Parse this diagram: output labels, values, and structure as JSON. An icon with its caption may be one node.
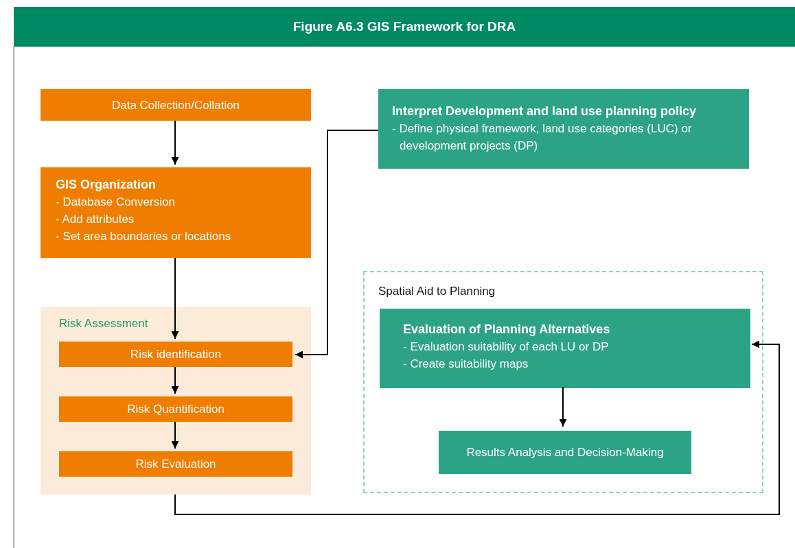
{
  "diagram": {
    "title": "Figure A6.3 GIS Framework for DRA",
    "nodes": [
      {
        "text": [
          "Data Collection/Collation"
        ]
      },
      {
        "text": [
          "GIS Organization",
          "- Database Conversion",
          "- Add attributes",
          "- Set area boundaries or locations"
        ]
      },
      {
        "text": [
          "Interpret Development and land use planning policy",
          "- Define physical framework, land use categories (LUC) or development projects (DP)"
        ]
      },
      {
        "text": [
          "Risk Assessment"
        ]
      },
      {
        "text": [
          "Risk identification"
        ],
        "in": 3
      },
      {
        "text": [
          "Risk Quantification"
        ],
        "in": 3
      },
      {
        "text": [
          "Risk Evaluation"
        ],
        "in": 3
      },
      {
        "text": [
          "Spatial Aid to Planning"
        ]
      },
      {
        "text": [
          "Evaluation of Planning Alternatives",
          "- Evaluation suitability of each LU or DP",
          "- Create suitability maps"
        ],
        "in": 7
      },
      {
        "text": [
          "Results Analysis and Decision-Making"
        ],
        "in": 7
      }
    ],
    "edges": [
      {
        "from": 0,
        "to": 1,
        "arrow": "to"
      },
      {
        "from": 1,
        "to": 4,
        "arrow": "to"
      },
      {
        "from": 2,
        "to": 4,
        "arrow": "to"
      },
      {
        "from": 4,
        "to": 5,
        "arrow": "to"
      },
      {
        "from": 5,
        "to": 6,
        "arrow": "to"
      },
      {
        "from": 3,
        "to": 8,
        "arrow": "to"
      },
      {
        "from": 8,
        "to": 9,
        "arrow": "to"
      }
    ]
  }
}
